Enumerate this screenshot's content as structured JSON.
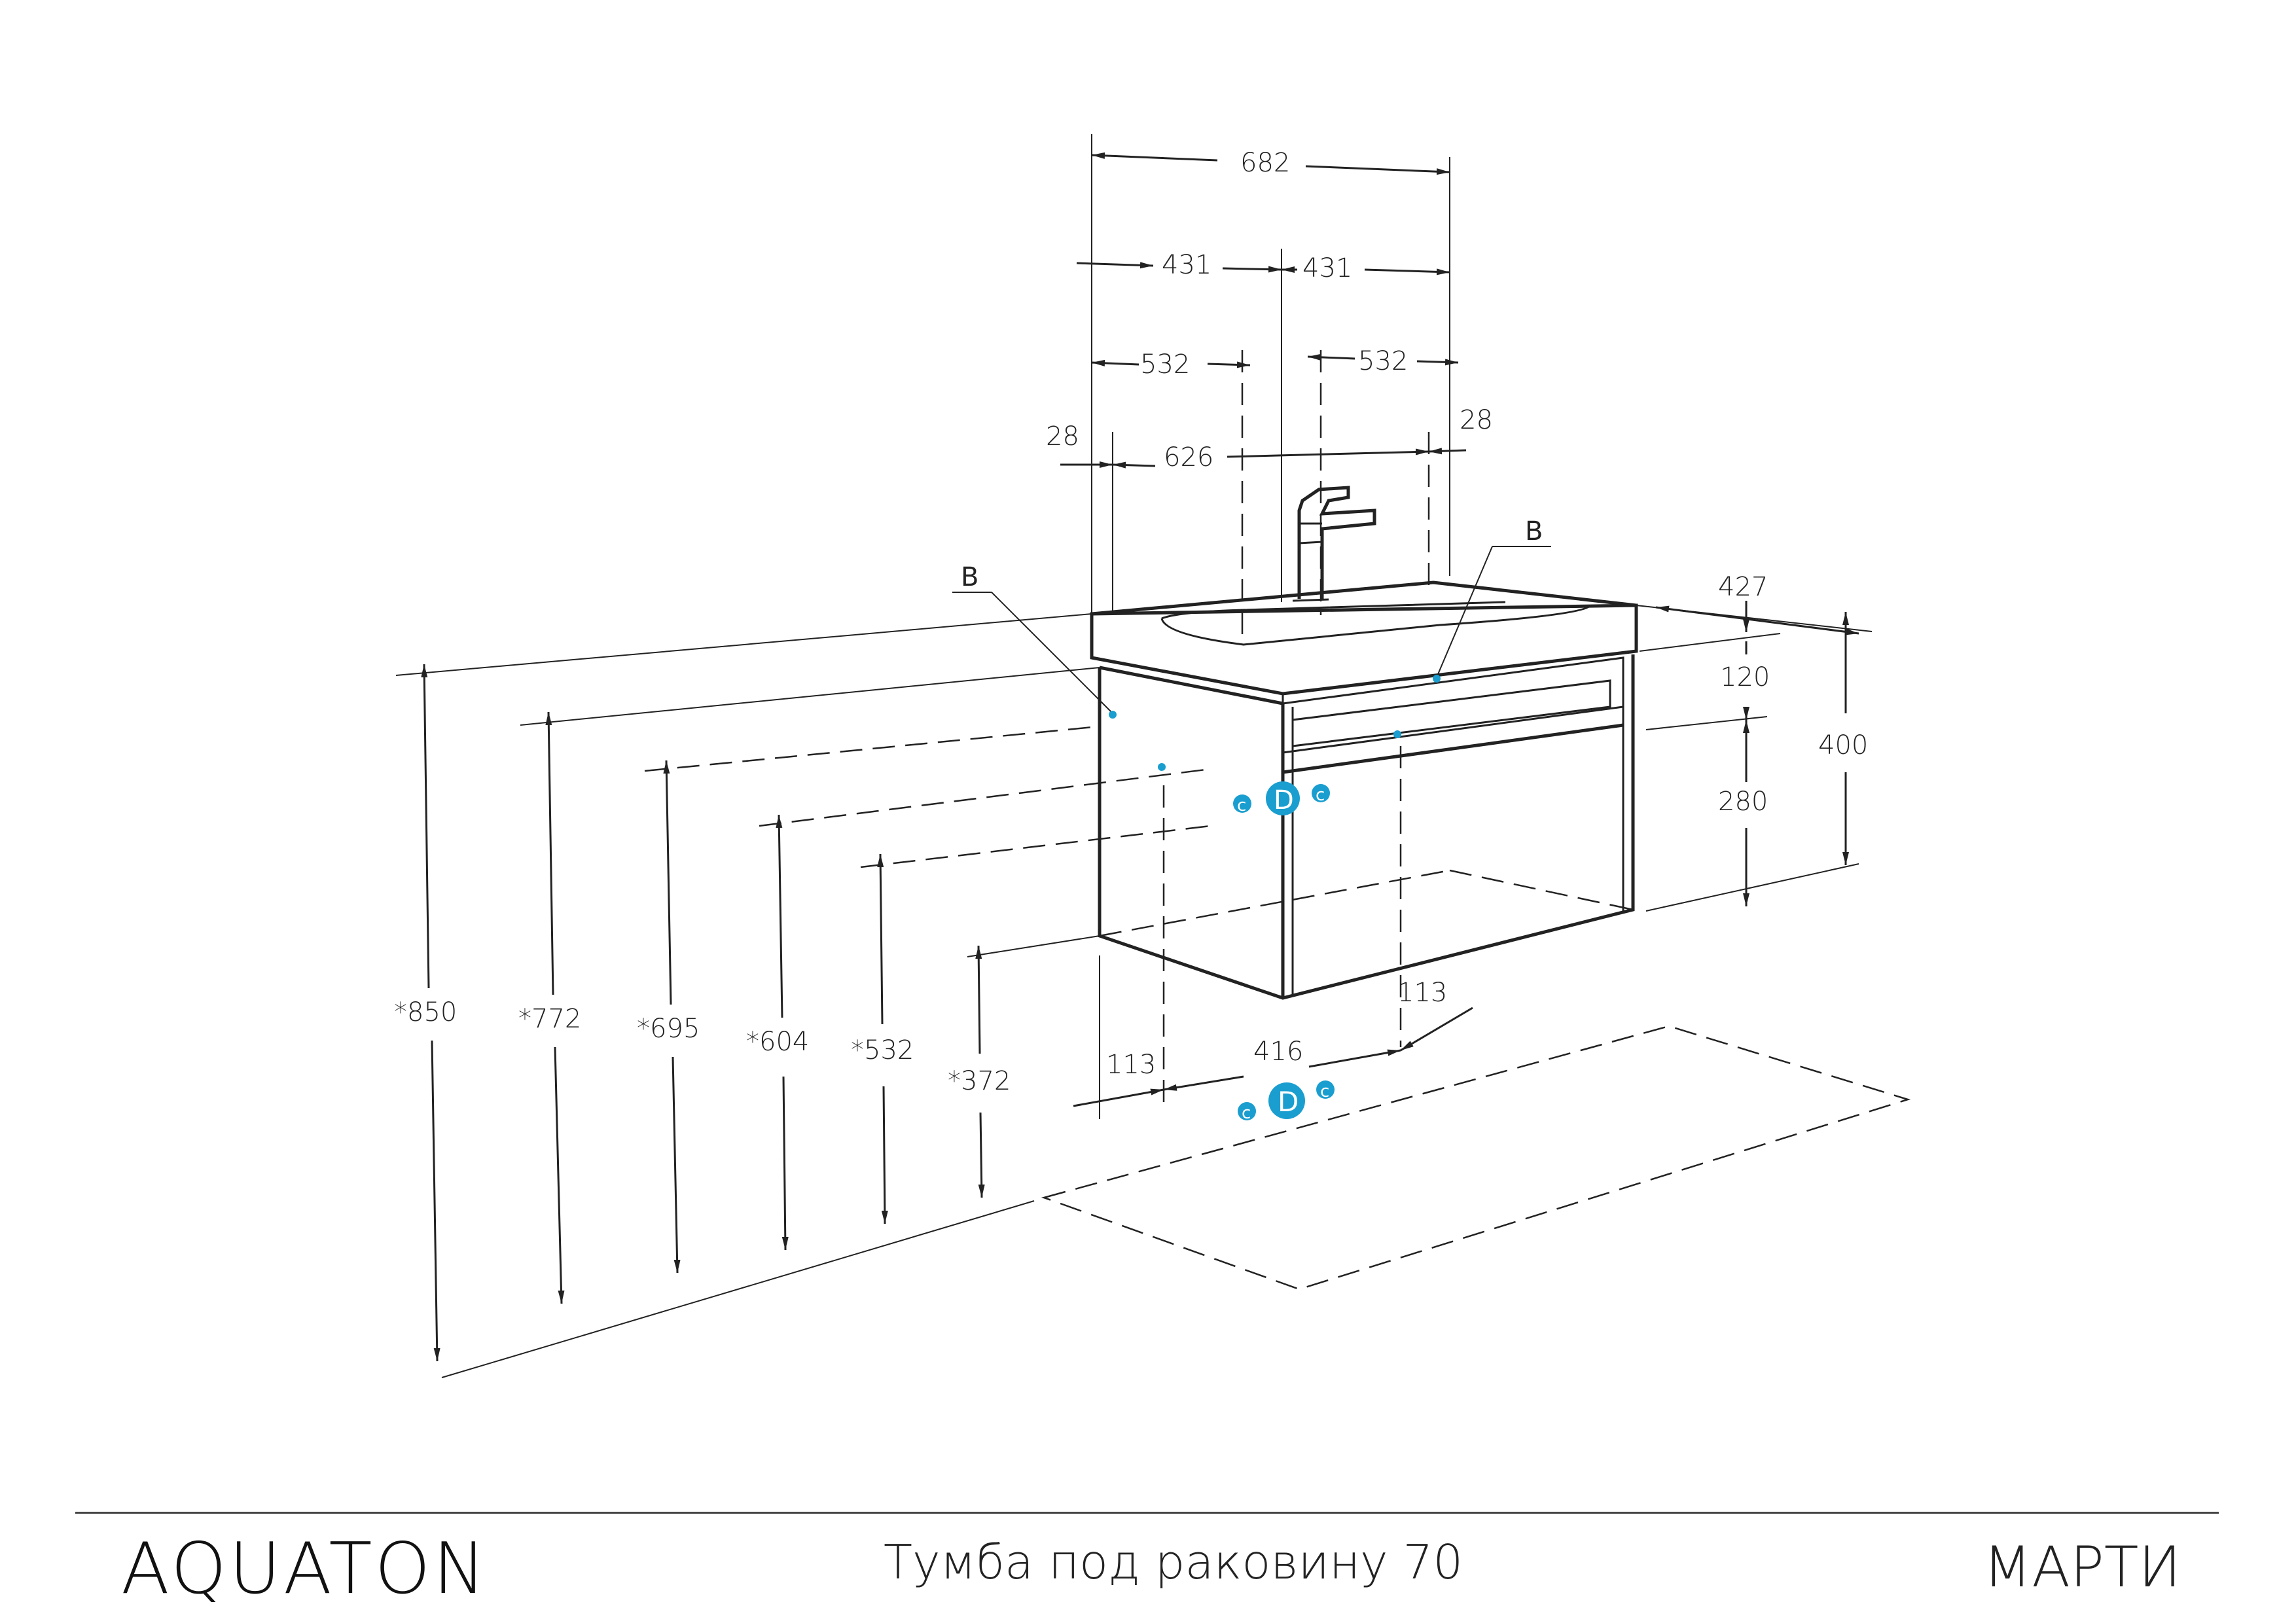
{
  "footer": {
    "brand": "AQUATON",
    "product_title": "Тумба под раковину 70",
    "model": "МАРТИ"
  },
  "dimensions": {
    "overall_width": "682",
    "half_left": "431",
    "half_right": "431",
    "inner_left": "532",
    "inner_right": "532",
    "edge_left": "28",
    "edge_right": "28",
    "inner_width": "626",
    "depth": "427",
    "top_height": "120",
    "body_height": "400",
    "drawer_height": "280",
    "bottom_offset_right": "113",
    "bottom_offset_left": "113",
    "bottom_span": "416",
    "h_850": "*850",
    "h_772": "*772",
    "h_695": "*695",
    "h_604": "*604",
    "h_532": "*532",
    "h_372": "*372"
  },
  "markers": {
    "b_left": "B",
    "b_right": "B",
    "c_label": "c",
    "d_label": "D"
  },
  "colors": {
    "line": "#222222",
    "accent": "#1a9ecf"
  }
}
